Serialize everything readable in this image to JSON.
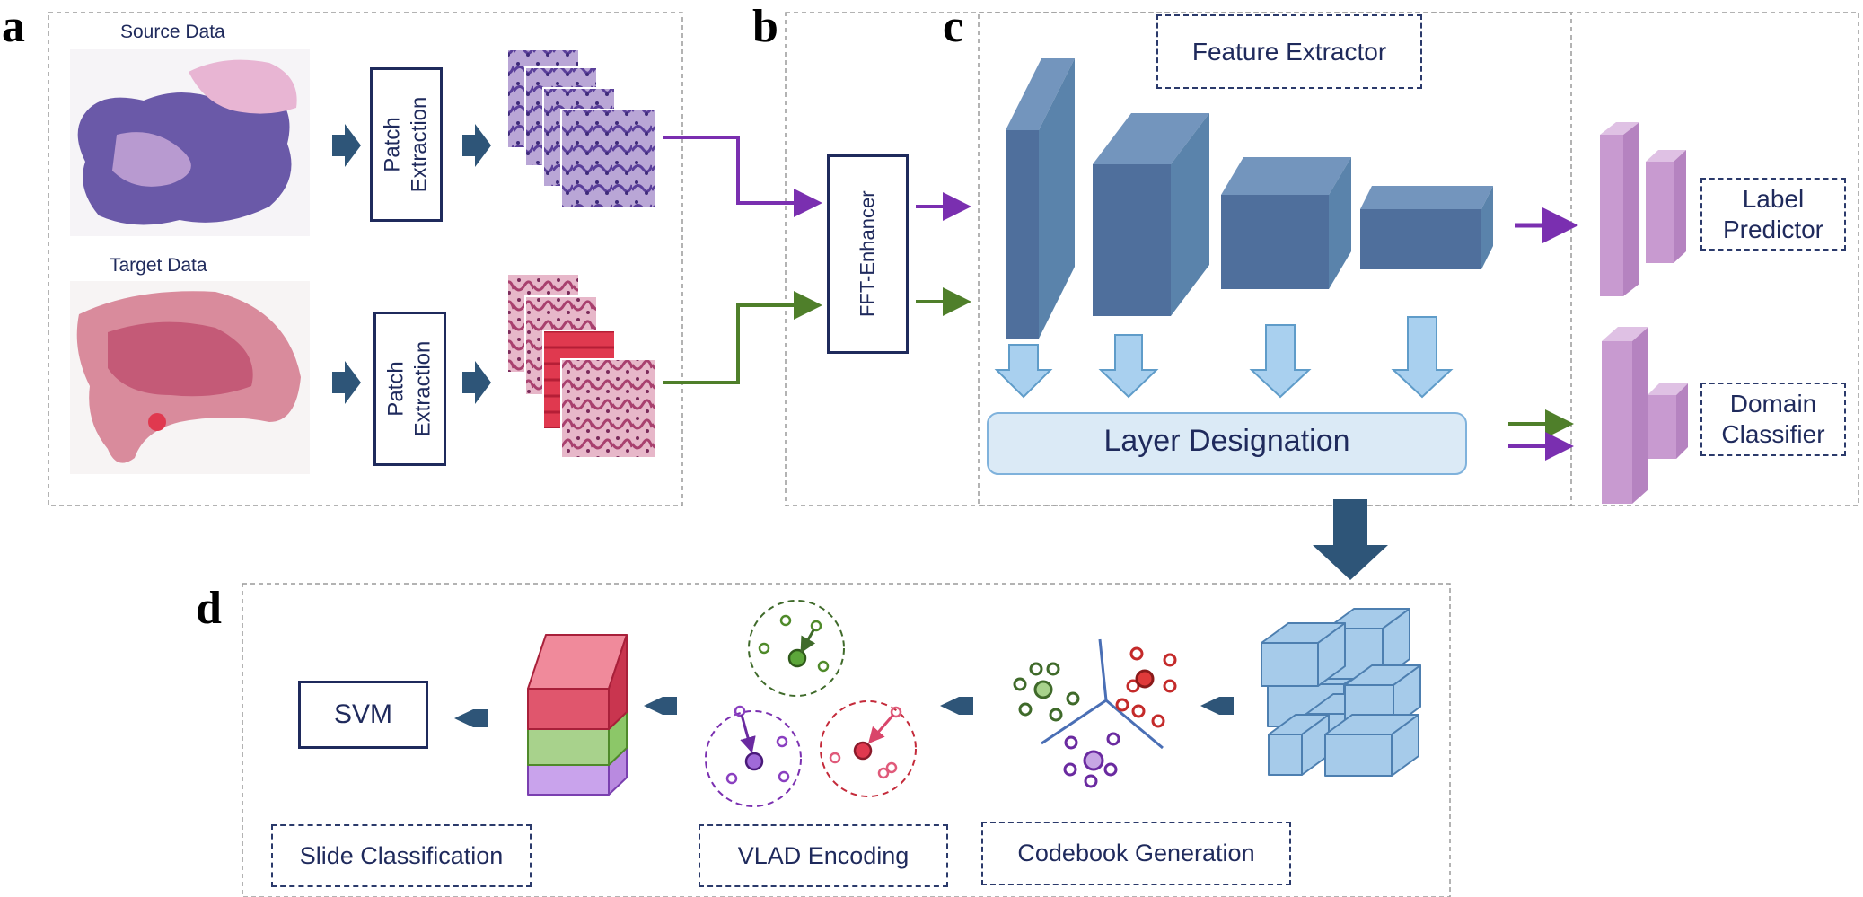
{
  "panels": {
    "a": "a",
    "b": "b",
    "c": "c",
    "d": "d"
  },
  "panel_a": {
    "source_label": "Source Data",
    "target_label": "Target Data",
    "patch_extraction_line1": "Patch",
    "patch_extraction_line2": "Extraction"
  },
  "panel_b": {
    "enhancer_label": "FFT-Enhancer"
  },
  "panel_c": {
    "feature_extractor": "Feature Extractor",
    "layer_designation": "Layer Designation",
    "label_predictor_line1": "Label",
    "label_predictor_line2": "Predictor",
    "domain_classifier_line1": "Domain",
    "domain_classifier_line2": "Classifier"
  },
  "panel_d": {
    "svm": "SVM",
    "slide_classification": "Slide Classification",
    "vlad_encoding": "VLAD Encoding",
    "codebook_generation": "Codebook Generation"
  },
  "colors": {
    "source_purple": "#7a2fb0",
    "target_green": "#4f7f2a",
    "block_blue": "#4f6f9c",
    "light_blue": "#9cc9ea",
    "head_pink": "#c89ad0",
    "text_navy": "#1f2a5c",
    "arrow_navy": "#2e5578"
  }
}
